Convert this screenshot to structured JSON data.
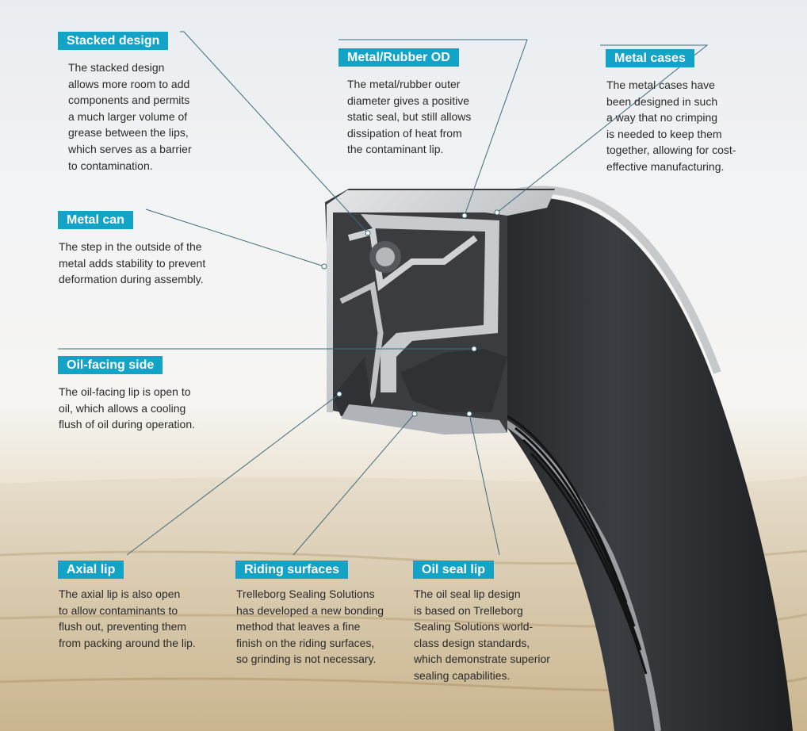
{
  "colors": {
    "label_bg": "#12a3c6",
    "label_text": "#ffffff",
    "body_text": "#2a2a2a",
    "leader_line": "#3f6b7a",
    "seal_rubber": "#2b2d30",
    "seal_metal": "#b9bdc1"
  },
  "callouts": [
    {
      "id": "stacked-design",
      "title": "Stacked design",
      "lines": [
        "The stacked design",
        "allows more room to add",
        "components and permits",
        "a much larger volume of",
        "grease between the lips,",
        "which serves as a barrier",
        "to contamination."
      ]
    },
    {
      "id": "metal-rubber-od",
      "title": "Metal/Rubber OD",
      "lines": [
        "The metal/rubber outer",
        "diameter gives a positive",
        "static seal, but still allows",
        "dissipation of heat from",
        "the contaminant lip."
      ]
    },
    {
      "id": "metal-cases",
      "title": "Metal cases",
      "lines": [
        "The metal cases have",
        "been designed in such",
        "a way that no crimping",
        "is needed to keep them",
        "together, allowing for cost-",
        "effective manufacturing."
      ]
    },
    {
      "id": "metal-can",
      "title": "Metal can",
      "lines": [
        "The step in the outside of the",
        "metal adds stability to prevent",
        "deformation during assembly."
      ]
    },
    {
      "id": "oil-facing-side",
      "title": "Oil-facing side",
      "lines": [
        "The oil-facing lip is open to",
        "oil, which allows a cooling",
        "flush of oil during operation."
      ]
    },
    {
      "id": "axial-lip",
      "title": "Axial lip",
      "lines": [
        "The axial lip is also open",
        "to allow contaminants to",
        "flush out, preventing them",
        "from packing around the lip."
      ]
    },
    {
      "id": "riding-surfaces",
      "title": "Riding surfaces",
      "lines": [
        "Trelleborg Sealing Solutions",
        "has developed a new bonding",
        "method that leaves a fine",
        "finish on the riding surfaces,",
        "so grinding is not necessary."
      ]
    },
    {
      "id": "oil-seal-lip",
      "title": "Oil seal lip",
      "lines": [
        "The oil seal lip design",
        "is based on Trelleborg",
        "Sealing Solutions world-",
        "class design standards,",
        "which demonstrate superior",
        "sealing capabilities."
      ]
    }
  ]
}
